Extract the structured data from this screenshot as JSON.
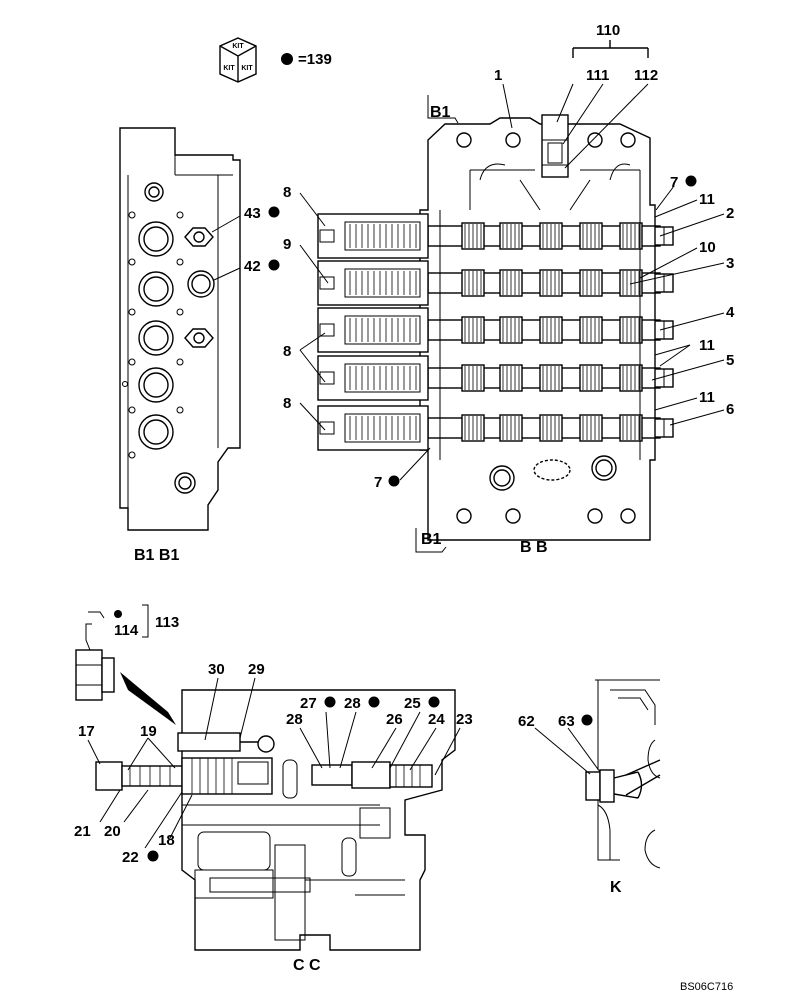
{
  "kit": {
    "icon_lettering": "KIT",
    "equals_text": "=139"
  },
  "views": {
    "b1_section": "B1 B1",
    "b_section": "B B",
    "c_section": "C C",
    "k_section": "K",
    "b1_marker": "B1"
  },
  "labels": {
    "l1": "1",
    "l2": "2",
    "l3": "3",
    "l4": "4",
    "l5": "5",
    "l6": "6",
    "l7a": "7",
    "l7b": "7",
    "l8a": "8",
    "l8b": "8",
    "l8c": "8",
    "l9": "9",
    "l10": "10",
    "l11a": "11",
    "l11b": "11",
    "l11c": "11",
    "l17": "17",
    "l18": "18",
    "l19": "19",
    "l20": "20",
    "l21": "21",
    "l22": "22",
    "l23": "23",
    "l24": "24",
    "l25": "25",
    "l26": "26",
    "l27": "27",
    "l28a": "28",
    "l28b": "28",
    "l29": "29",
    "l30": "30",
    "l42": "42",
    "l43": "43",
    "l62": "62",
    "l63": "63",
    "l110": "110",
    "l111": "111",
    "l112": "112",
    "l113": "113",
    "l114": "114"
  },
  "drawing_code": "BS06C716"
}
